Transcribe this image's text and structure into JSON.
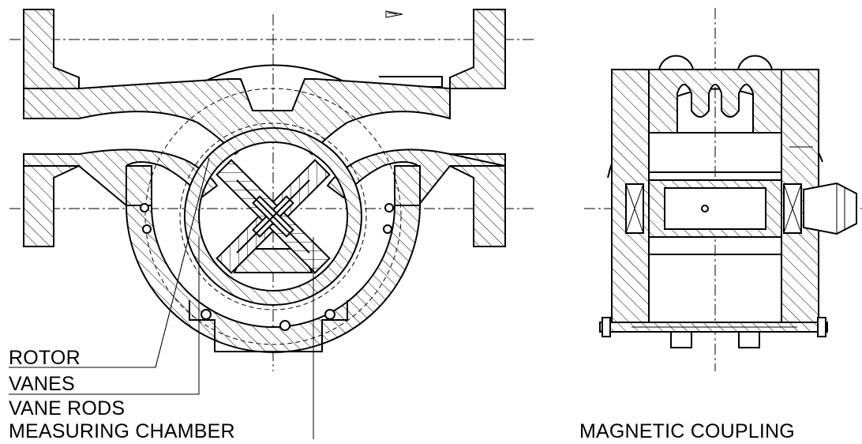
{
  "labels": {
    "rotor": "ROTOR",
    "vanes": "VANES",
    "vane_rods": "VANE RODS",
    "measuring_chamber": "MEASURING CHAMBER",
    "magnetic_coupling": "MAGNETIC COUPLING"
  },
  "colors": {
    "ink": "#000000",
    "paper": "#ffffff"
  }
}
